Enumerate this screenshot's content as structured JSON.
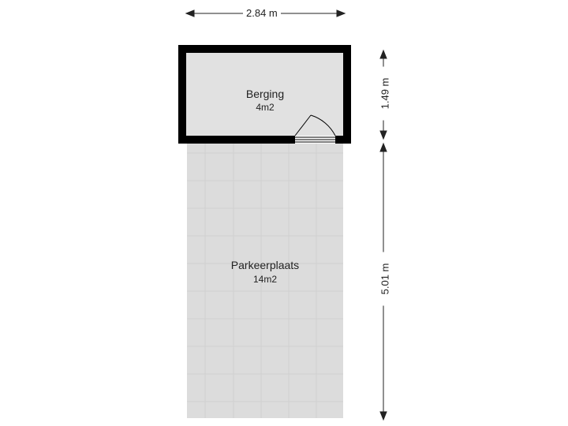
{
  "rooms": [
    {
      "name": "Berging",
      "area": "4m2"
    },
    {
      "name": "Parkeerplaats",
      "area": "14m2"
    }
  ],
  "dimensions": {
    "width_top": "2.84 m",
    "height_berging": "1.49 m",
    "height_parking": "5.01 m"
  },
  "colors": {
    "wall": "#000000",
    "berging_floor": "#e1e1e1",
    "parking_floor": "#dcdcdc",
    "tile_line": "#d2d2d2",
    "dimension_line": "#222222"
  }
}
